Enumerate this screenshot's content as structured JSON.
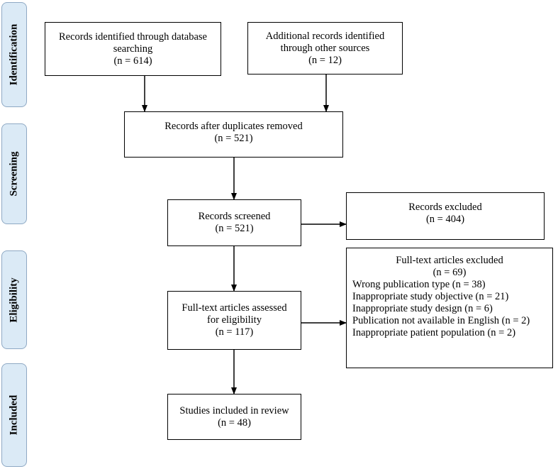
{
  "phases": {
    "identification": "Identification",
    "screening": "Screening",
    "eligibility": "Eligibility",
    "included": "Included"
  },
  "boxes": {
    "db_records": {
      "line1": "Records identified through database",
      "line2": "searching",
      "count": "(n = 614)"
    },
    "other_records": {
      "line1": "Additional records identified",
      "line2": "through other sources",
      "count": "(n = 12)"
    },
    "after_duplicates": {
      "line1": "Records after duplicates removed",
      "count": "(n = 521)"
    },
    "screened": {
      "line1": "Records screened",
      "count": "(n = 521)"
    },
    "excluded": {
      "line1": "Records excluded",
      "count": "(n = 404)"
    },
    "fulltext_assessed": {
      "line1": "Full-text articles assessed",
      "line2": "for eligibility",
      "count": "(n = 117)"
    },
    "fulltext_excluded": {
      "title": "Full-text articles excluded",
      "count": "(n = 69)",
      "reasons": [
        "Wrong publication type (n = 38)",
        "Inappropriate study objective (n = 21)",
        "Inappropriate study design (n = 6)",
        "Publication not available in English (n = 2)",
        "Inappropriate patient population (n = 2)"
      ]
    },
    "included": {
      "line1": "Studies included in review",
      "count": "(n = 48)"
    }
  }
}
